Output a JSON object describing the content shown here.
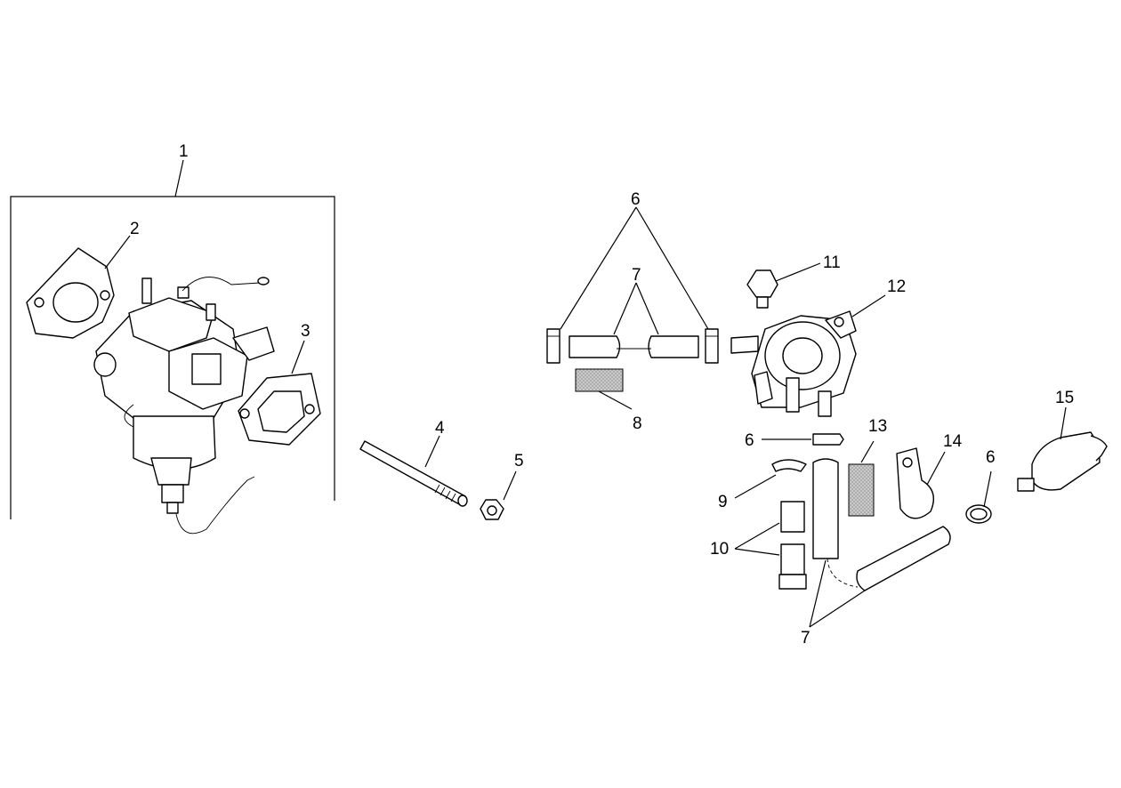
{
  "callouts": {
    "c1": "1",
    "c2": "2",
    "c3": "3",
    "c4": "4",
    "c5": "5",
    "c6a": "6",
    "c7a": "7",
    "c8": "8",
    "c11": "11",
    "c12": "12",
    "c6b": "6",
    "c13": "13",
    "c14": "14",
    "c6c": "6",
    "c15": "15",
    "c9": "9",
    "c10": "10",
    "c7b": "7"
  }
}
